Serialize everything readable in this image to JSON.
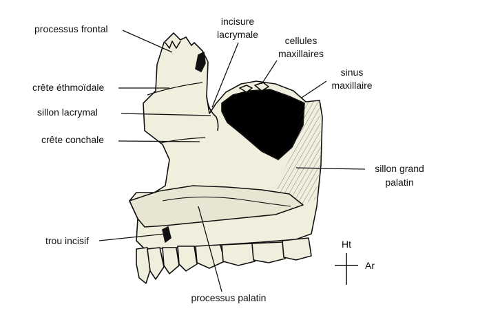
{
  "labels": {
    "processus_frontal": "processus frontal",
    "crete_ethmoidale": "crête éthmoïdale",
    "sillon_lacrymal": "sillon lacrymal",
    "crete_conchale": "crête conchale",
    "trou_incisif": "trou incisif",
    "incisure_lacrymale_line1": "incisure",
    "incisure_lacrymale_line2": "lacrymale",
    "cellules_maxillaires_line1": "cellules",
    "cellules_maxillaires_line2": "maxillaires",
    "sinus_maxillaire_line1": "sinus",
    "sinus_maxillaire_line2": "maxillaire",
    "sillon_grand_palatin_line1": "sillon grand",
    "sillon_grand_palatin_line2": "palatin",
    "processus_palatin": "processus palatin"
  },
  "orientation": {
    "up": "Ht",
    "back": "Ar"
  },
  "colors": {
    "bone_fill": "#f0eedc",
    "outline": "#111111",
    "sinus_fill": "#000000",
    "background": "#ffffff"
  }
}
